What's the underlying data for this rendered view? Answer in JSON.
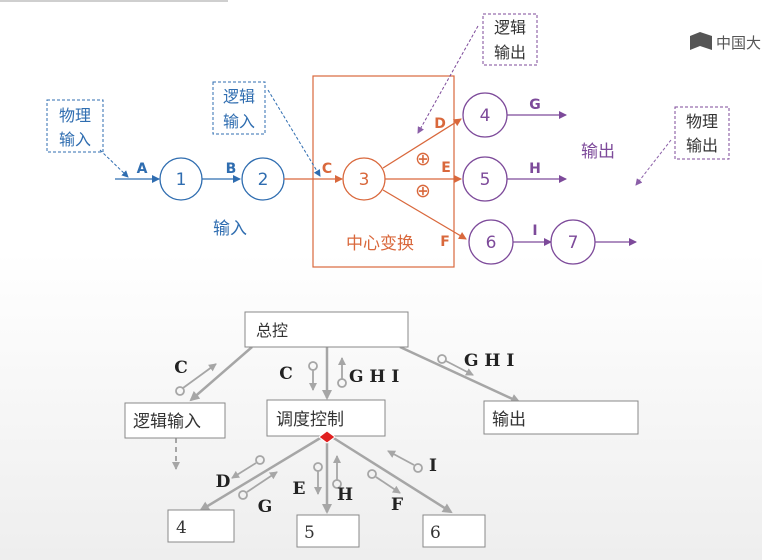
{
  "top_diagram": {
    "flow_labels": {
      "A": "A",
      "B": "B",
      "C": "C",
      "D": "D",
      "E": "E",
      "F": "F",
      "G": "G",
      "H": "H",
      "I": "I"
    },
    "nodes": {
      "n1": "1",
      "n2": "2",
      "n3": "3",
      "n4": "4",
      "n5": "5",
      "n6": "6",
      "n7": "7"
    },
    "notes": {
      "physical_input_l1": "物理",
      "physical_input_l2": "输入",
      "logical_input_l1": "逻辑",
      "logical_input_l2": "输入",
      "logical_output_l1": "逻辑",
      "logical_output_l2": "输出",
      "physical_output_l1": "物理",
      "physical_output_l2": "输出"
    },
    "region_labels": {
      "input": "输入",
      "center": "中心变换",
      "output": "输出"
    },
    "transform_symbols": {
      "top": "⊕",
      "bottom": "⊕"
    }
  },
  "logo_text": "中国大",
  "bottom_diagram": {
    "modules": {
      "root": "总控",
      "logical_input": "逻辑输入",
      "dispatch": "调度控制",
      "output": "输出",
      "m4": "4",
      "m5": "5",
      "m6": "6"
    },
    "labels": {
      "c_left": "C",
      "c_mid": "C",
      "ghi_mid": "G H I",
      "ghi_right": "G H I",
      "d": "D",
      "g": "G",
      "e": "E",
      "h": "H",
      "f": "F",
      "i": "I"
    }
  }
}
